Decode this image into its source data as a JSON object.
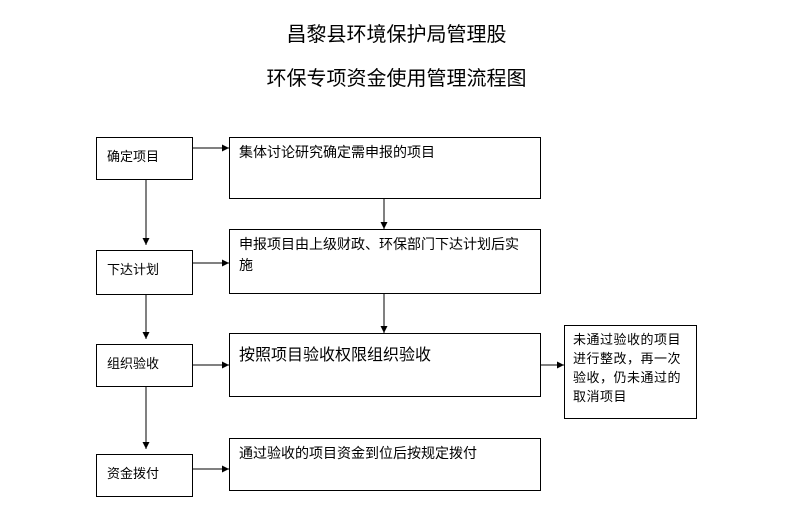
{
  "title": {
    "line1": "昌黎县环境保护局管理股",
    "line2": "环保专项资金使用管理流程图"
  },
  "steps": [
    {
      "label": "确定项目",
      "description": "集体讨论研究确定需申报的项目"
    },
    {
      "label": "下达计划",
      "description": "申报项目由上级财政、环保部门下达计划后实施"
    },
    {
      "label": "组织验收",
      "description": "按照项目验收权限组织验收"
    },
    {
      "label": "资金拨付",
      "description": "通过验收的项目资金到位后按规定拨付"
    }
  ],
  "failure_note": "未通过验收的项目进行整改，再一次验收，仍未通过的取消项目"
}
